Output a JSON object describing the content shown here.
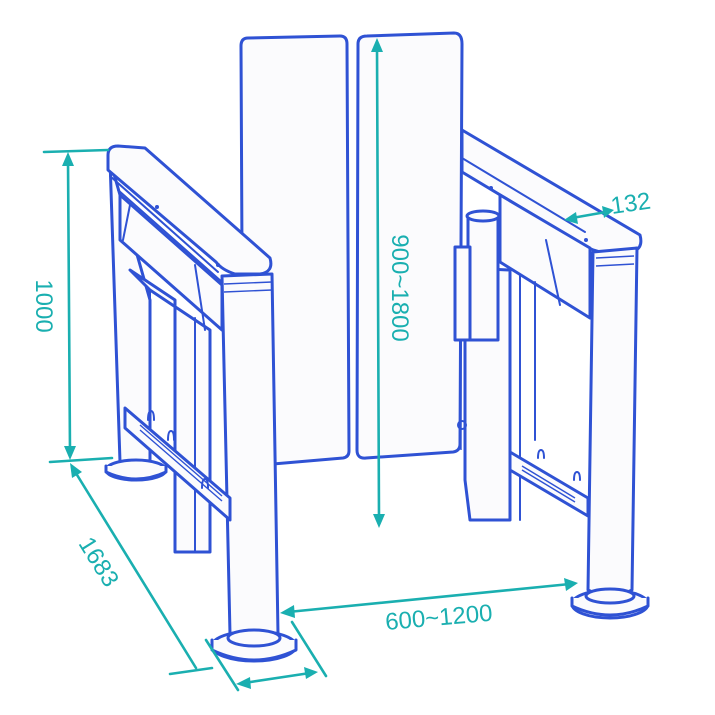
{
  "diagram": {
    "subject": "swing gate turnstile",
    "colors": {
      "outline": "#2f52d4",
      "dimension": "#1aafb0",
      "background": "#ffffff"
    },
    "dimensions": {
      "height": "1000",
      "glass_height": "900~1800",
      "top_width": "132",
      "length": "1683",
      "passage_width": "600~1200"
    }
  }
}
